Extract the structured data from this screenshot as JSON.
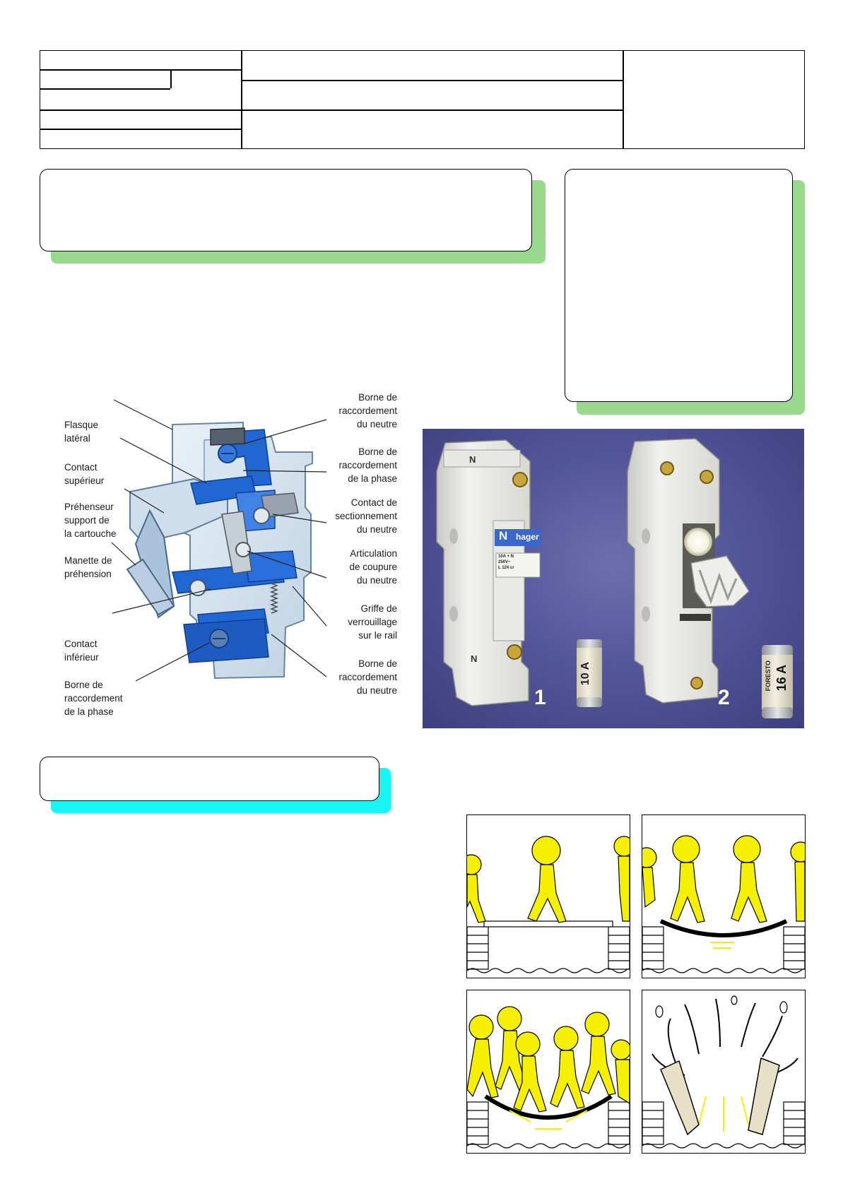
{
  "diagram": {
    "left_labels": [
      "Flasque\nlatéral",
      "Contact\nsupérieur",
      "Préhenseur\nsupport de\nla cartouche",
      "Manette de\npréhension",
      "Contact\ninférieur",
      "Borne de\nraccordement\nde la phase"
    ],
    "right_labels": [
      "Borne de\nraccordement\ndu neutre",
      "Borne de\nraccordement\nde la phase",
      "Contact de\nsectionnement\ndu neutre",
      "Articulation\nde coupure\ndu neutre",
      "Griffe de\nverrouillage\nsur le rail",
      "Borne de\nraccordement\ndu neutre"
    ]
  },
  "photo": {
    "number_1": "1",
    "number_2": "2",
    "holder_marking": "N",
    "holder_brand": "hager",
    "holder_rating": "10A + N\n250V~\nL 124 cr",
    "fuse_1_rating": "10 A",
    "fuse_2_rating": "16 A",
    "fuse_2_brand": "FORESTO"
  },
  "colors": {
    "green_shadow": "#99d98e",
    "cyan_shadow": "#18f5f5",
    "diagram_blue": "#2167d4",
    "comic_yellow": "#f5f000",
    "photo_background": "#55579b"
  }
}
